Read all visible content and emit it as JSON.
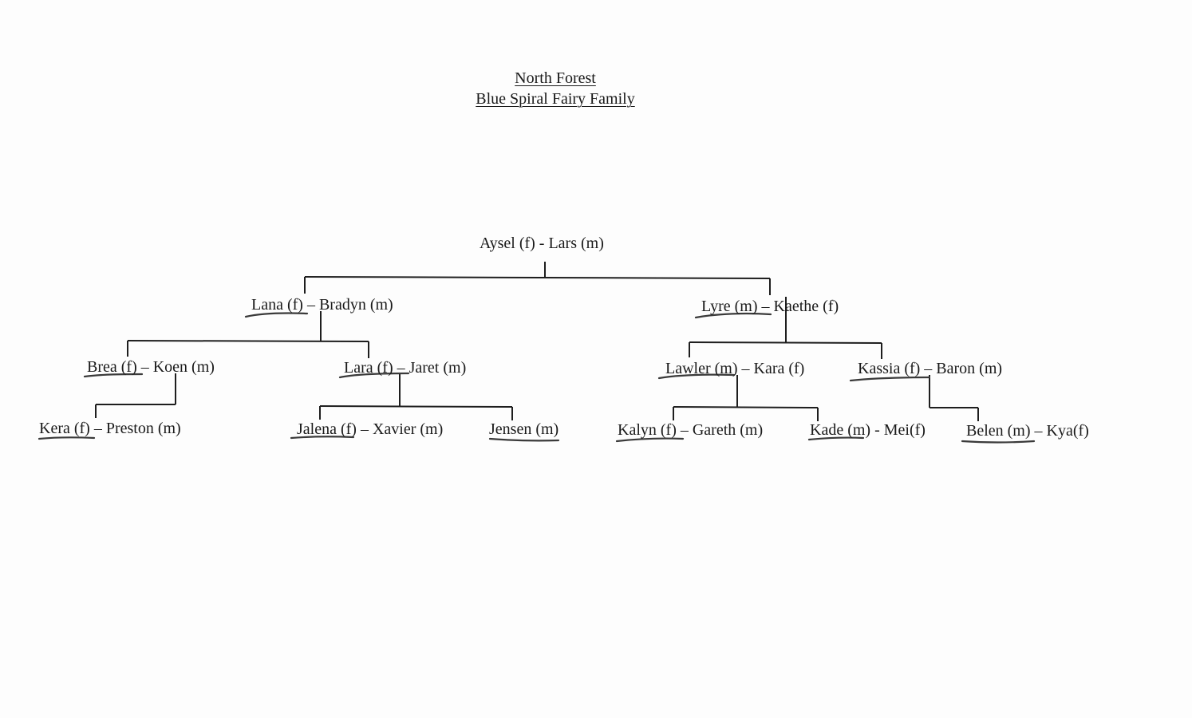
{
  "title": {
    "line1": "North Forest",
    "line2": "Blue Spiral Fairy Family"
  },
  "nodes": {
    "aysel_lars": "Aysel (f)  -  Lars (m)",
    "lana_bradyn": "Lana (f) – Bradyn (m)",
    "lyre_kaethe": "Lyre (m) – Kaethe (f)",
    "brea_koen": "Brea (f) – Koen (m)",
    "lara_jaret": "Lara (f) – Jaret (m)",
    "lawler_kara": "Lawler (m) – Kara (f)",
    "kassia_baron": "Kassia (f) – Baron (m)",
    "kera_preston": "Kera (f) – Preston (m)",
    "jalena_xavier": "Jalena (f) – Xavier (m)",
    "jensen": "Jensen (m)",
    "kalyn_gareth": "Kalyn (f) – Gareth (m)",
    "kade_mei": "Kade (m) - Mei(f)",
    "belen_kya": "Belen (m) – Kya(f)"
  },
  "colors": {
    "line": "#1e1e1e",
    "ink_underline": "#3a3a3a"
  }
}
